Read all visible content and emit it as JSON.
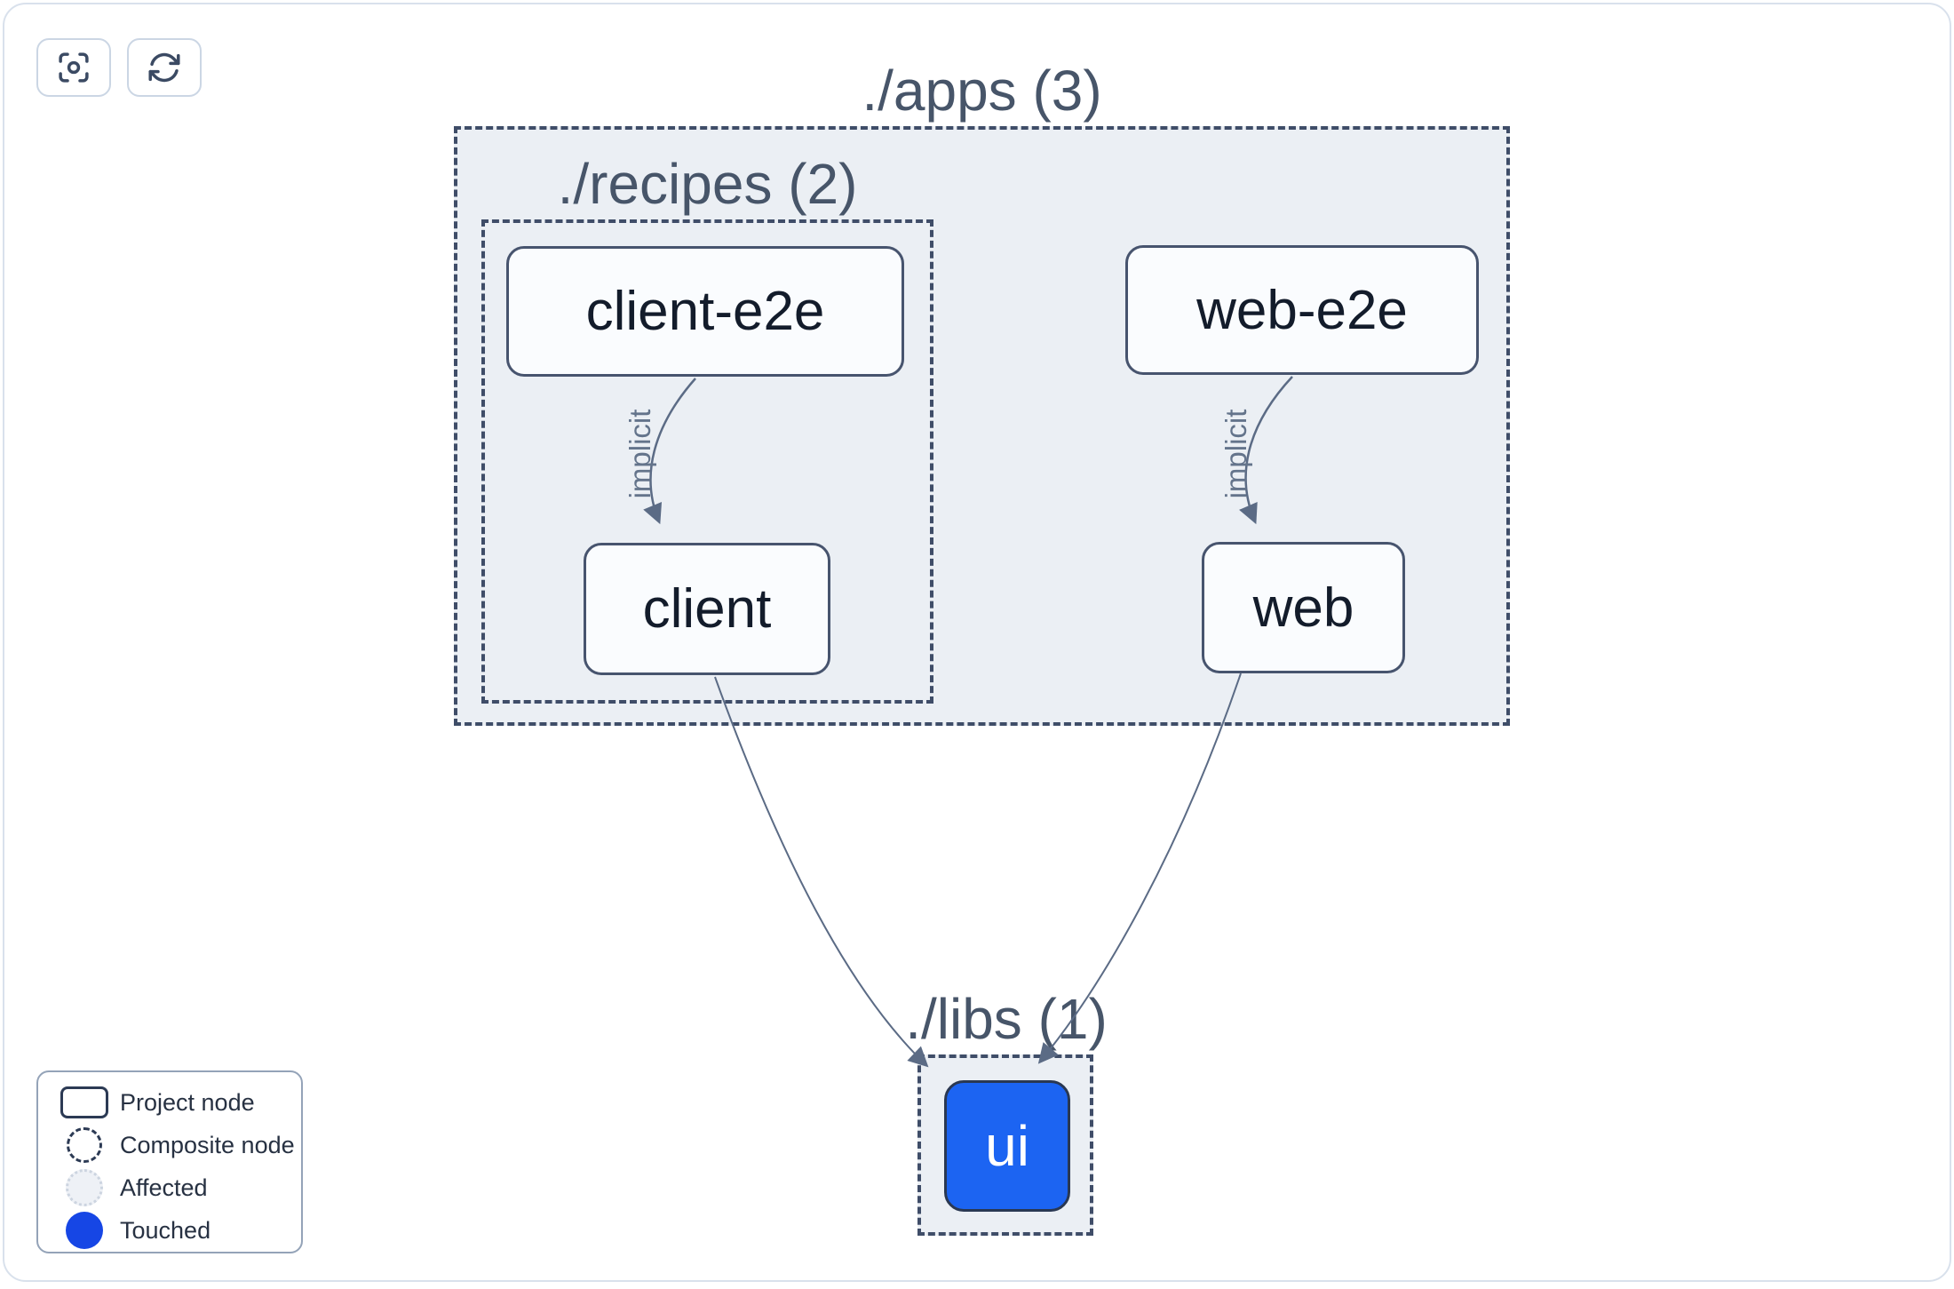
{
  "toolbar": {
    "buttons": [
      {
        "name": "focus",
        "icon": "focus-target-icon"
      },
      {
        "name": "refresh",
        "icon": "refresh-icon"
      }
    ]
  },
  "graph": {
    "groups": [
      {
        "id": "apps",
        "label": "./apps (3)",
        "count": 3
      },
      {
        "id": "recipes",
        "label": "./recipes (2)",
        "count": 2
      },
      {
        "id": "libs",
        "label": "./libs (1)",
        "count": 1
      }
    ],
    "nodes": [
      {
        "id": "client-e2e",
        "label": "client-e2e",
        "state": "default",
        "group": "recipes"
      },
      {
        "id": "web-e2e",
        "label": "web-e2e",
        "state": "default",
        "group": "apps"
      },
      {
        "id": "client",
        "label": "client",
        "state": "default",
        "group": "recipes"
      },
      {
        "id": "web",
        "label": "web",
        "state": "default",
        "group": "apps"
      },
      {
        "id": "ui",
        "label": "ui",
        "state": "touched",
        "group": "libs"
      }
    ],
    "edges": [
      {
        "from": "client-e2e",
        "to": "client",
        "type": "implicit",
        "label": "implicit"
      },
      {
        "from": "web-e2e",
        "to": "web",
        "type": "implicit",
        "label": "implicit"
      },
      {
        "from": "client",
        "to": "ui",
        "type": "static",
        "label": ""
      },
      {
        "from": "web",
        "to": "ui",
        "type": "static",
        "label": ""
      }
    ]
  },
  "legend": {
    "items": [
      {
        "swatch": "project-node-swatch",
        "label": "Project node"
      },
      {
        "swatch": "composite-node-swatch",
        "label": "Composite node"
      },
      {
        "swatch": "affected-swatch",
        "label": "Affected"
      },
      {
        "swatch": "touched-swatch",
        "label": "Touched"
      }
    ]
  },
  "colors": {
    "touched_node_blue": "#1c64f2",
    "legend_touched_blue": "#1646e5",
    "group_fill": "#ebeff4",
    "dashed_border": "#3f4d68",
    "node_border": "#47546e",
    "node_text": "#131c2b",
    "group_label_text": "#475569",
    "edge_stroke": "#5b6b85",
    "edge_label_text": "#64748b",
    "legend_border": "#94a3b8",
    "button_border": "#cbd6e4",
    "icon_stroke": "#3b4a63"
  }
}
